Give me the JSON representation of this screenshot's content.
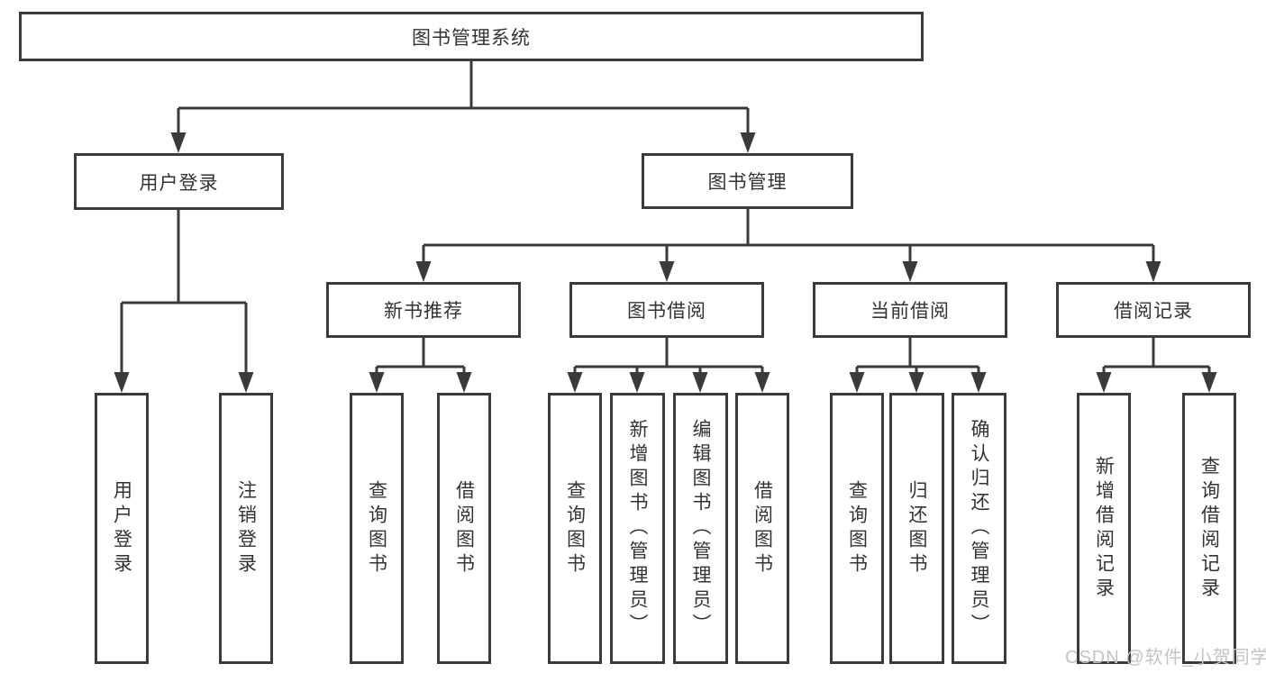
{
  "colors": {
    "line": "#3a3a3a",
    "box_border": "#3a3a3a",
    "text": "#333333",
    "watermark": "#c3c3c3",
    "background": "#ffffff"
  },
  "watermark": "CSDN @软件_小贺同学",
  "tree": {
    "root": "图书管理系统",
    "login": {
      "label": "用户登录",
      "children": [
        "用户登录",
        "注销登录"
      ]
    },
    "mgmt": {
      "label": "图书管理",
      "sections": [
        {
          "label": "新书推荐",
          "children": [
            "查询图书",
            "借阅图书"
          ]
        },
        {
          "label": "图书借阅",
          "children": [
            "查询图书",
            "新增图书（管理员）",
            "编辑图书（管理员）",
            "借阅图书"
          ]
        },
        {
          "label": "当前借阅",
          "children": [
            "查询图书",
            "归还图书",
            "确认归还（管理员）"
          ]
        },
        {
          "label": "借阅记录",
          "children": [
            "新增借阅记录",
            "查询借阅记录"
          ]
        }
      ]
    }
  }
}
